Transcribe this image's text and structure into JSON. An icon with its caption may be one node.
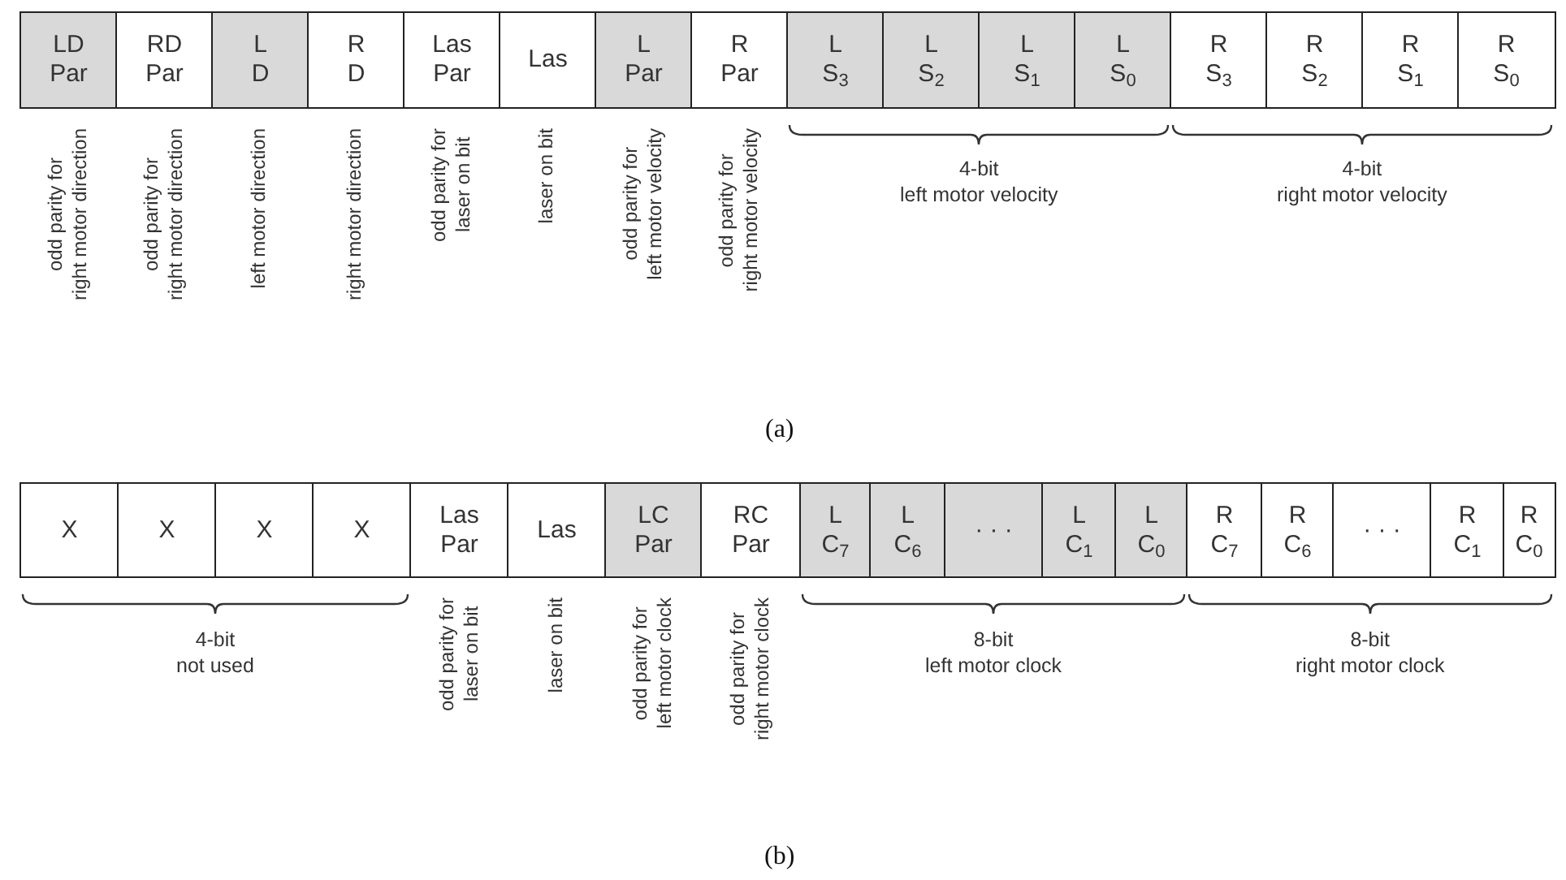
{
  "diagram": {
    "nodes": [
      {
        "text": [
          "LD Par"
        ],
        "beside": [
          "odd parity for right motor direction"
        ]
      },
      {
        "text": [
          "RD Par"
        ],
        "beside": [
          "odd parity for right motor direction"
        ]
      },
      {
        "text": [
          "L D"
        ],
        "beside": [
          "left motor direction"
        ]
      },
      {
        "text": [
          "R D"
        ],
        "beside": [
          "right motor direction"
        ]
      },
      {
        "text": [
          "Las Par"
        ],
        "beside": [
          "odd parity for laser on bit"
        ]
      },
      {
        "text": [
          "Las"
        ],
        "beside": [
          "laser on bit"
        ]
      },
      {
        "text": [
          "L Par"
        ],
        "beside": [
          "odd parity for left motor velocity"
        ]
      },
      {
        "text": [
          "R Par"
        ],
        "beside": [
          "odd parity for right motor velocity"
        ]
      },
      {
        "text": [
          "L S$_{3}$"
        ]
      },
      {
        "text": [
          "L S$_{2}$"
        ]
      },
      {
        "text": [
          "L S$_{1}$"
        ]
      },
      {
        "text": [
          "L S$_{0}$"
        ]
      },
      {
        "text": [
          "R S$_{3}$"
        ]
      },
      {
        "text": [
          "R S$_{2}$"
        ]
      },
      {
        "text": [
          "R S$_{1}$"
        ]
      },
      {
        "text": [
          "R S$_{0}$"
        ]
      },
      {
        "text": [
          "X"
        ]
      },
      {
        "text": [
          "X"
        ]
      },
      {
        "text": [
          "X"
        ]
      },
      {
        "text": [
          "X"
        ]
      },
      {
        "text": [
          "Las Par"
        ],
        "beside": [
          "odd parity for laser on bit"
        ]
      },
      {
        "text": [
          "Las"
        ],
        "beside": [
          "laser on bit"
        ]
      },
      {
        "text": [
          "LC Par"
        ],
        "beside": [
          "odd parity for left motor clock"
        ]
      },
      {
        "text": [
          "RC Par"
        ],
        "beside": [
          "odd parity for right motor clock"
        ]
      },
      {
        "text": [
          "L C$_{7}$"
        ]
      },
      {
        "text": [
          "L C$_{6}$"
        ]
      },
      {
        "text": [
          "· · ·"
        ]
      },
      {
        "text": [
          "L C$_{1}$"
        ]
      },
      {
        "text": [
          "L C$_{0}$"
        ]
      },
      {
        "text": [
          "R C$_{7}$"
        ]
      },
      {
        "text": [
          "R C$_{6}$"
        ]
      },
      {
        "text": [
          "· · ·"
        ]
      },
      {
        "text": [
          "R C$_{1}$"
        ]
      },
      {
        "text": [
          "R C$_{0}$"
        ]
      }
    ],
    "labels": [
      "4-bit left motor velocity",
      "4-bit right motor velocity",
      "(a)",
      "4-bit not used",
      "8-bit left motor clock",
      "8-bit right motor clock",
      "(b)"
    ]
  }
}
